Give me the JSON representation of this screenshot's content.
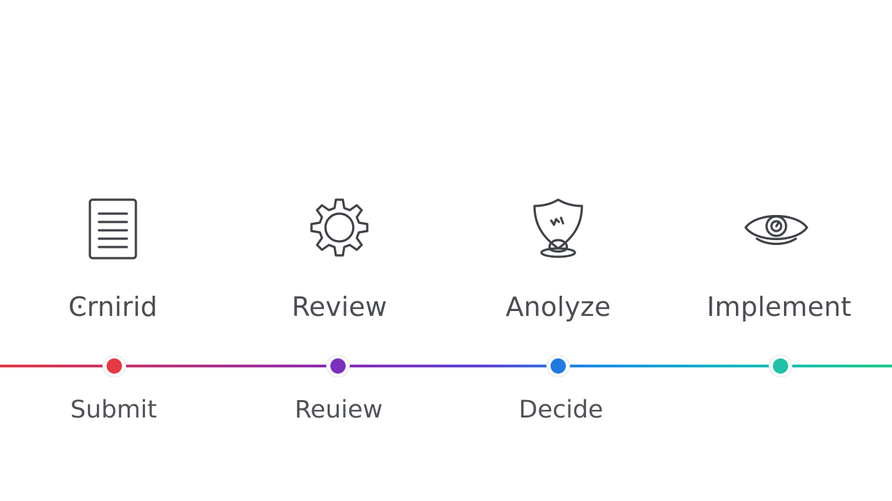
{
  "steps": [
    {
      "icon": "document-icon",
      "top_label": "Ͼrnirid",
      "bottom_label": "Submit",
      "color": "#e53945"
    },
    {
      "icon": "gear-icon",
      "top_label": "Review",
      "bottom_label": "Reuiew",
      "color": "#7b2fbe"
    },
    {
      "icon": "shield-pin-icon",
      "top_label": "Anolyze",
      "bottom_label": "Decide",
      "color": "#1f7be0"
    },
    {
      "icon": "eye-icon",
      "top_label": "Implement",
      "bottom_label": "",
      "color": "#1fc2a6"
    }
  ],
  "timeline_colors": [
    "#e53945",
    "#8a2bb5",
    "#5b45d6",
    "#1a8ce8",
    "#14b8c4",
    "#1fc98a"
  ]
}
